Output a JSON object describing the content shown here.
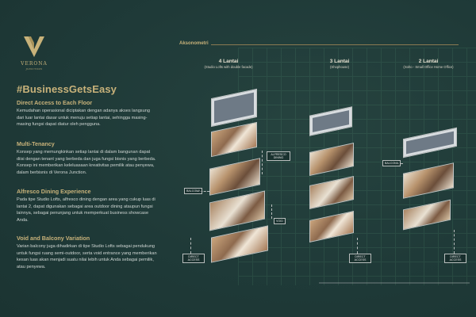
{
  "logo": {
    "name": "VERONA",
    "sub": "JUNCTION"
  },
  "headline": "#BusinessGetsEasy",
  "sections": [
    {
      "title": "Direct Access to Each Floor",
      "body": "Kemudahan operasional diciptakan dengan adanya akses langsung dari luar lantai dasar untuk menuju setiap lantai, sehingga masing-masing fungsi dapat diatur oleh pengguna."
    },
    {
      "title": "Multi-Tenancy",
      "body": "Konsep yang memungkinkan setiap lantai di dalam bangunan dapat diisi dengan tenant yang berbeda dan juga fungsi bisnis yang berbeda. Konsep ini memberikan keleluasaan kreativitas pemilik atau penyewa, dalam berbisnis di Verona Junction."
    },
    {
      "title": "Alfresco Dining Experience",
      "body": "Pada tipe Studio Lofts, alfresco dining dengan area yang cukup luas di lantai 2, dapat digunakan sebagai area outdoor dining ataupun fungsi lainnya, sebagai penunjang untuk memperkuat business showcase Anda."
    },
    {
      "title": "Void and Balcony Variation",
      "body": "Varian balcony juga dihadirkan di tipe Studio Lofts sebagai pendukung untuk fungsi ruang semi-outdoor, serta void entrance yang memberikan kesan luas akan menjadi suatu nilai lebih untuk Anda sebagai pemilik, atau penyewa."
    }
  ],
  "aksonometri": {
    "label": "Aksonometri",
    "columns": [
      {
        "title": "4 Lantai",
        "subtitle": "(Studio Lofts with double facade)"
      },
      {
        "title": "3 Lantai",
        "subtitle": "(Shophouse)"
      },
      {
        "title": "2 Lantai",
        "subtitle": "(Soho - Small Office Home Office)"
      }
    ]
  },
  "callouts": {
    "alfresco": "ALFRESCO DINING",
    "balcony_left": "BALCONY",
    "void": "VOID",
    "direct_left": "DIRECT ACCESS",
    "direct_mid": "DIRECT ACCESS",
    "balcony_right": "BALCONY",
    "direct_right": "DIRECT ACCESS"
  },
  "colors": {
    "background": "#1f3a38",
    "accent": "#c8b27a",
    "text": "#cfd6d3"
  }
}
